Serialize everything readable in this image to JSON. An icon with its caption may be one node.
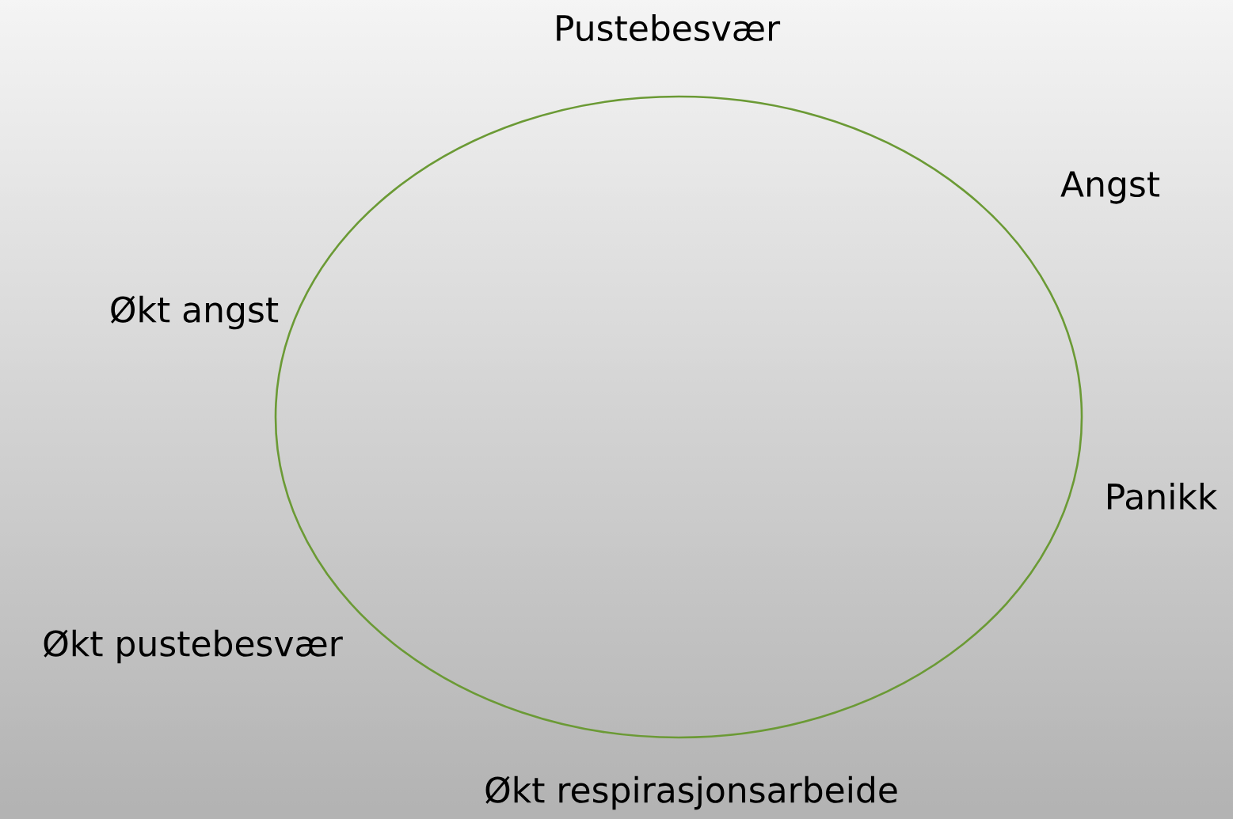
{
  "diagram": {
    "labels": [
      "Pustebesvær",
      "Angst",
      "Økt angst",
      "Panikk",
      "Økt pustebesvær",
      "Økt respirasjonsarbeide"
    ]
  }
}
